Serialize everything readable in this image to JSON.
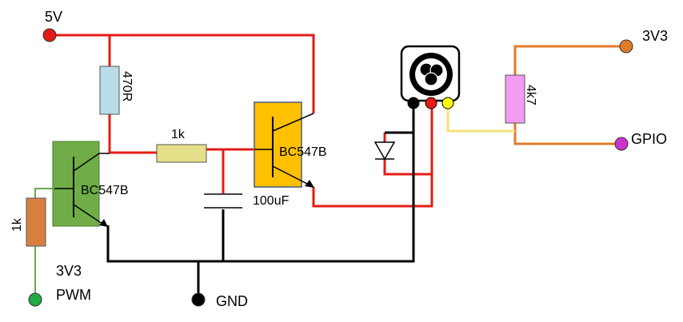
{
  "labels": {
    "v5": "5V",
    "r470": "470R",
    "r1k_mid": "1k",
    "r1k_left": "1k",
    "q_left": "BC547B",
    "q_right": "BC547B",
    "cap": "100uF",
    "r4k7": "4k7",
    "v3v3_top": "3V3",
    "gpio": "GPIO",
    "v3v3_pwm": "3V3",
    "pwm": "PWM",
    "gnd": "GND"
  },
  "icons": {
    "fan": "fan-icon",
    "diode": "diode-icon",
    "capacitor": "capacitor-icon"
  },
  "colors": {
    "power_wire": "#e41b17",
    "ground_wire": "#000000",
    "pwm_wire": "#6aa84f",
    "pullup_wire": "#e07b2a",
    "signal_wire": "#f5e07a",
    "node_5v": "#e41b17",
    "node_gnd": "#000000",
    "node_3v3": "#e07b2a",
    "node_gpio": "#cc33cc",
    "node_pwm": "#22aa44",
    "transistor_left": "#70ad47",
    "transistor_right": "#ffc000",
    "res_470": "#b9dce8",
    "res_1k_mid": "#e6e08a",
    "res_1k_left": "#d98040",
    "res_4k7": "#f39af3"
  }
}
